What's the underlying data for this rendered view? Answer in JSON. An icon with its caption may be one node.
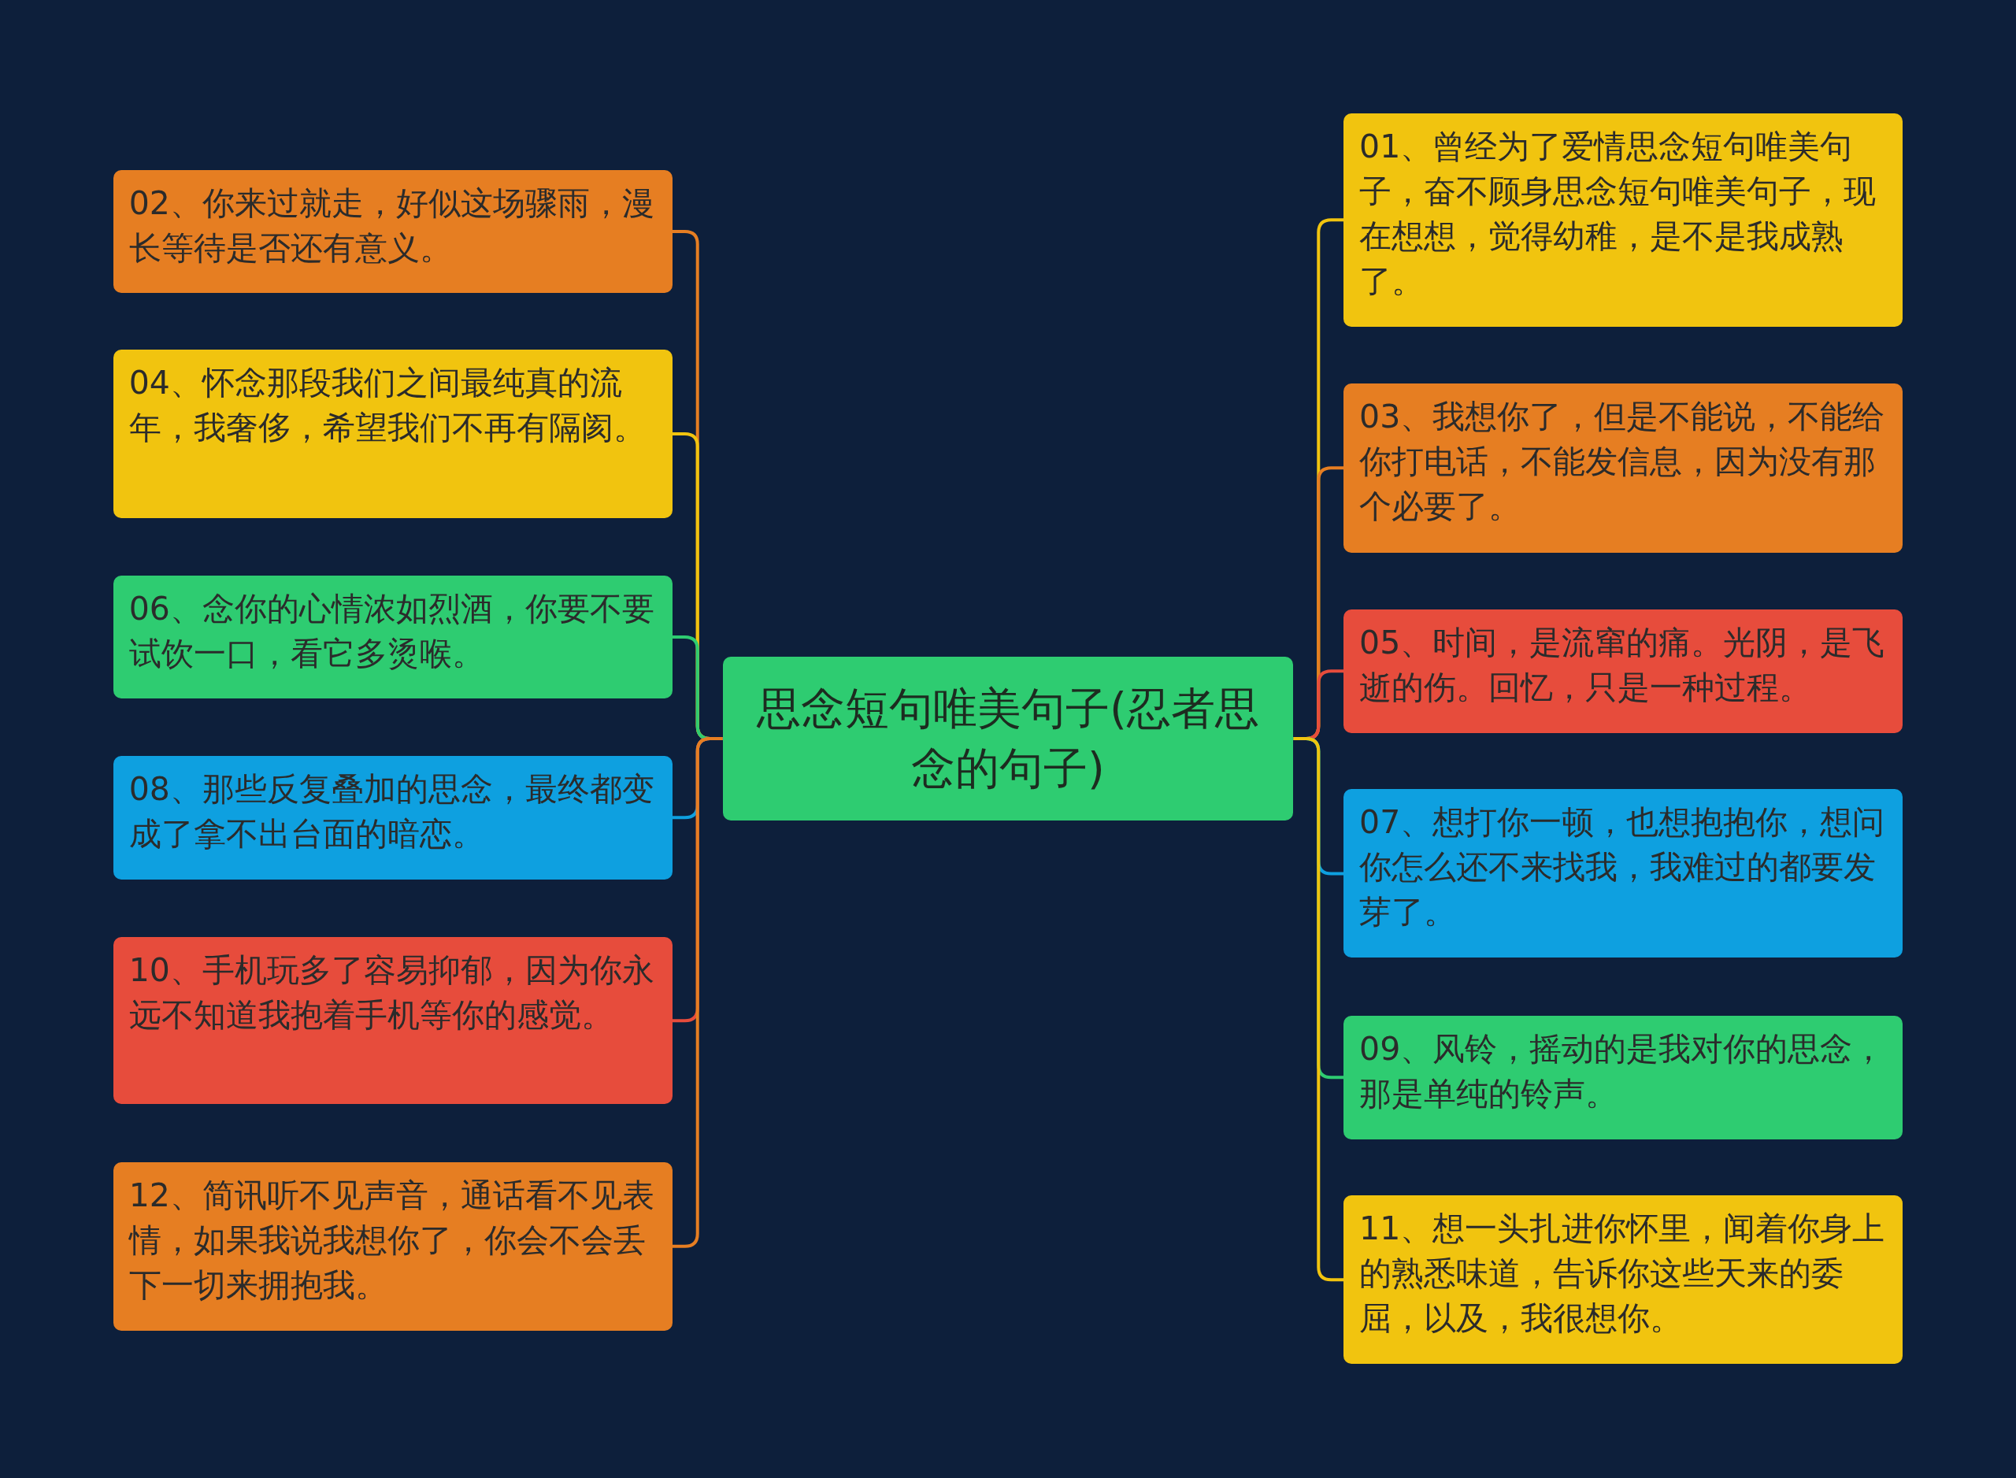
{
  "diagram": {
    "nodes": [
      {
        "text": [
          "思念短句唯美句子(忍者思念的句子)"
        ]
      },
      {
        "text": [
          "01、曾经为了爱情思念短句唯美句子，奋不顾身思念短句唯美句子，现在想想，觉得幼稚，是不是我成熟了。"
        ]
      },
      {
        "text": [
          "02、你来过就走，好似这场骤雨，漫长等待是否还有意义。"
        ]
      },
      {
        "text": [
          "03、我想你了，但是不能说，不能给你打电话，不能发信息，因为没有那个必要了。"
        ]
      },
      {
        "text": [
          "04、怀念那段我们之间最纯真的流年，我奢侈，希望我们不再有隔阂。"
        ]
      },
      {
        "text": [
          "05、时间，是流窜的痛。光阴，是飞逝的伤。回忆，只是一种过程。"
        ]
      },
      {
        "text": [
          "06、念你的心情浓如烈酒，你要不要试饮一口，看它多烫喉。"
        ]
      },
      {
        "text": [
          "07、想打你一顿，也想抱抱你，想问你怎么还不来找我，我难过的都要发芽了。"
        ]
      },
      {
        "text": [
          "08、那些反复叠加的思念，最终都变成了拿不出台面的暗恋。"
        ]
      },
      {
        "text": [
          "09、风铃，摇动的是我对你的思念，那是单纯的铃声。"
        ]
      },
      {
        "text": [
          "10、手机玩多了容易抑郁，因为你永远不知道我抱着手机等你的感觉。"
        ]
      },
      {
        "text": [
          "11、想一头扎进你怀里，闻着你身上的熟悉味道，告诉你这些天来的委屈，以及，我很想你。"
        ]
      },
      {
        "text": [
          "12、简讯听不见声音，通话看不见表情，如果我说我想你了，你会不会丢下一切来拥抱我。"
        ]
      }
    ],
    "edges": [
      {
        "from": 0,
        "to": 1,
        "arrow": "none",
        "color": "#f1c40f"
      },
      {
        "from": 0,
        "to": 2,
        "arrow": "none",
        "color": "#e67e22"
      },
      {
        "from": 0,
        "to": 3,
        "arrow": "none",
        "color": "#e67e22"
      },
      {
        "from": 0,
        "to": 4,
        "arrow": "none",
        "color": "#f1c40f"
      },
      {
        "from": 0,
        "to": 5,
        "arrow": "none",
        "color": "#e74c3c"
      },
      {
        "from": 0,
        "to": 6,
        "arrow": "none",
        "color": "#2ecc71"
      },
      {
        "from": 0,
        "to": 7,
        "arrow": "none",
        "color": "#0ea0e0"
      },
      {
        "from": 0,
        "to": 8,
        "arrow": "none",
        "color": "#0ea0e0"
      },
      {
        "from": 0,
        "to": 9,
        "arrow": "none",
        "color": "#2ecc71"
      },
      {
        "from": 0,
        "to": 10,
        "arrow": "none",
        "color": "#e74c3c"
      },
      {
        "from": 0,
        "to": 11,
        "arrow": "none",
        "color": "#f1c40f"
      },
      {
        "from": 0,
        "to": 12,
        "arrow": "none",
        "color": "#e67e22"
      }
    ]
  }
}
